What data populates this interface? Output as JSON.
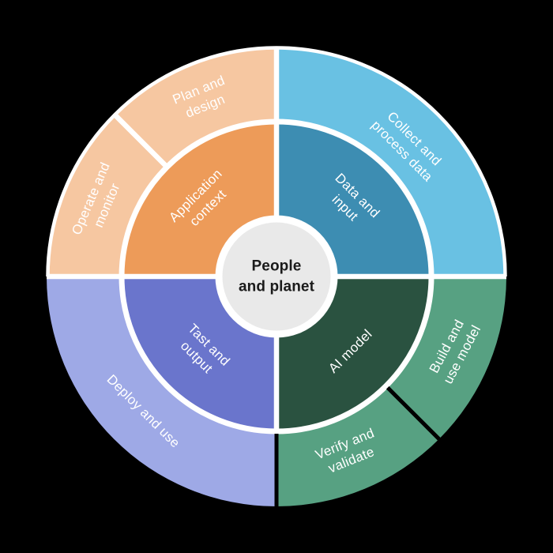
{
  "diagram": {
    "center": {
      "label": "People\nand planet",
      "fill": "#e9e9e9",
      "text_color": "#1b1b1b"
    },
    "inner_ring": {
      "segments": [
        {
          "id": "application-context",
          "label": "Application\ncontext",
          "color": "#ed9b59"
        },
        {
          "id": "data-and-input",
          "label": "Data and\ninput",
          "color": "#3d8db2"
        },
        {
          "id": "ai-model",
          "label": "AI model",
          "color": "#2a5240"
        },
        {
          "id": "tast-and-output",
          "label": "Tast and\noutput",
          "color": "#6a75cc"
        }
      ]
    },
    "outer_ring": {
      "segments": [
        {
          "id": "plan-and-design",
          "label": "Plan and\ndesign",
          "color": "#f6c7a1"
        },
        {
          "id": "collect-and-process-data",
          "label": "Collect and\nprocess data",
          "color": "#69c1e3"
        },
        {
          "id": "build-and-use-model",
          "label": "Build and\nuse model",
          "color": "#57a182"
        },
        {
          "id": "verify-and-validate",
          "label": "Verify and\nvalidate",
          "color": "#57a182"
        },
        {
          "id": "deploy-and-use",
          "label": "Deploy and use",
          "color": "#9ea9e6"
        },
        {
          "id": "operate-and-monitor",
          "label": "Operate and\nmonitor",
          "color": "#f6c7a1"
        }
      ]
    },
    "colors": {
      "background": "#000000",
      "divider_white": "#ffffff",
      "divider_black": "#000000",
      "label_text": "#ffffff"
    }
  }
}
